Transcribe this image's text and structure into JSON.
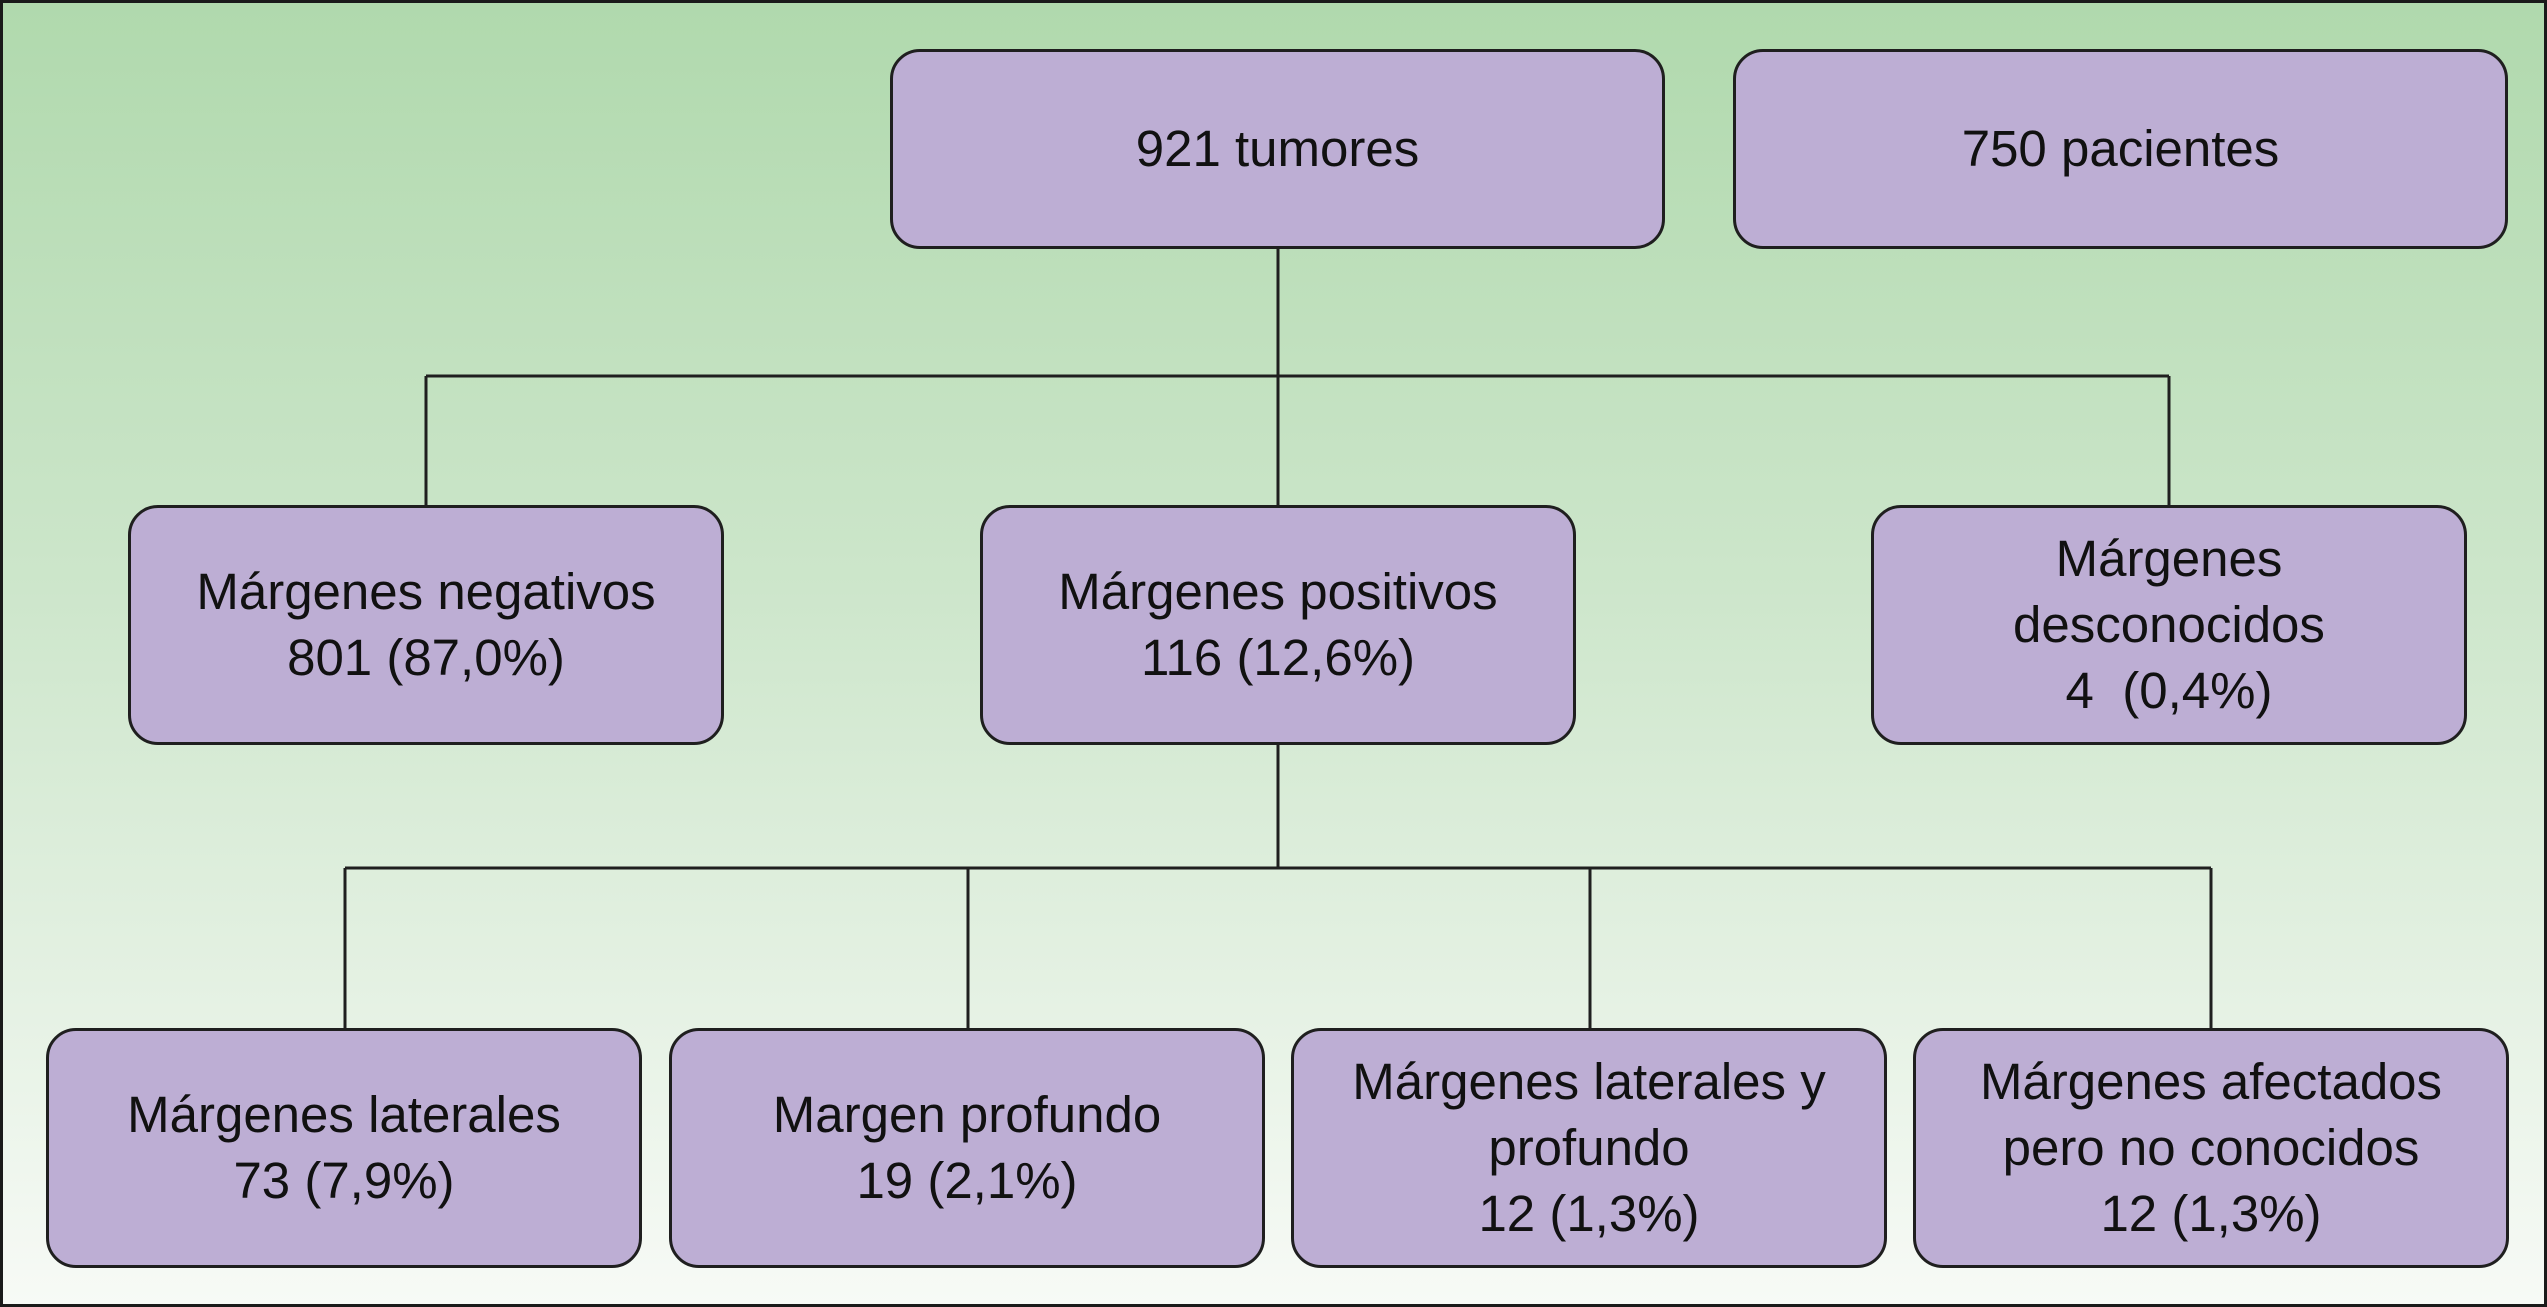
{
  "colors": {
    "background_top": "#b0d9ad",
    "background_bottom": "#f7faf6",
    "box_fill": "#bdaed4",
    "line": "#1f1f1f"
  },
  "nodes": {
    "tumors": {
      "label": "921 tumores"
    },
    "patients": {
      "label": "750 pacientes"
    },
    "negative": {
      "label": "Márgenes negativos",
      "value": "801 (87,0%)"
    },
    "positive": {
      "label": "Márgenes positivos",
      "value": "116 (12,6%)"
    },
    "unknown": {
      "label_line1": "Márgenes",
      "label_line2": "desconocidos",
      "value": "4  (0,4%)"
    },
    "lateral": {
      "label": "Márgenes laterales",
      "value": "73 (7,9%)"
    },
    "deep": {
      "label": "Margen profundo",
      "value": "19 (2,1%)"
    },
    "lateral_deep": {
      "label_line1": "Márgenes laterales y",
      "label_line2": "profundo",
      "value": "12 (1,3%)"
    },
    "affected_unknown": {
      "label_line1": "Márgenes afectados",
      "label_line2": "pero no conocidos",
      "value": "12 (1,3%)"
    }
  },
  "edges": [
    {
      "from": "tumors",
      "to": "negative"
    },
    {
      "from": "tumors",
      "to": "positive"
    },
    {
      "from": "tumors",
      "to": "unknown"
    },
    {
      "from": "positive",
      "to": "lateral"
    },
    {
      "from": "positive",
      "to": "deep"
    },
    {
      "from": "positive",
      "to": "lateral_deep"
    },
    {
      "from": "positive",
      "to": "affected_unknown"
    }
  ]
}
